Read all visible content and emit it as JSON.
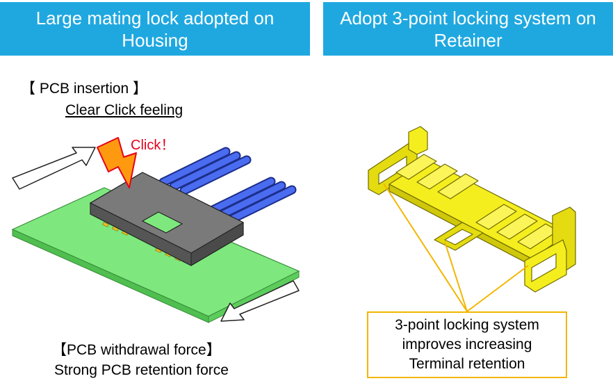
{
  "left_panel": {
    "banner_line1": "Large mating lock adopted on",
    "banner_line2": "Housing",
    "insertion_heading": "【 PCB insertion 】",
    "insertion_subtitle": "Clear Click feeling",
    "click_label": "Click！",
    "withdrawal_heading": "【PCB withdrawal force】",
    "withdrawal_subtitle": "Strong PCB retention force"
  },
  "right_panel": {
    "banner_line1": "Adopt 3-point locking system on",
    "banner_line2": "Retainer",
    "callout_line1": "3-point locking system",
    "callout_line2": "improves increasing",
    "callout_line3": "Terminal retention"
  },
  "colors": {
    "banner": "#1fa8e0",
    "pcb": "#7ee87e",
    "housing": "#6e6e6e",
    "cable": "#3d5bd6",
    "retainer": "#f5ee1e",
    "callout": "#f2b600",
    "click": "#e6001a"
  },
  "icons": [
    "arrow-right-icon",
    "arrow-left-icon",
    "lightning-icon"
  ]
}
